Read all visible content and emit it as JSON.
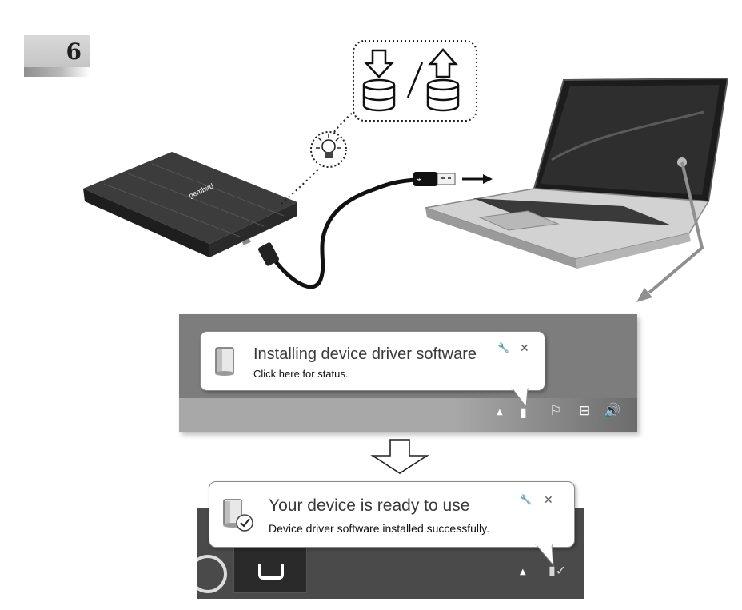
{
  "step": {
    "number": "6"
  },
  "device": {
    "brand": "gembird"
  },
  "notification_installing": {
    "title": "Installing device driver software",
    "message": "Click here for status."
  },
  "notification_ready": {
    "title": "Your device is ready to use",
    "message": "Device driver software installed successfully."
  },
  "icons": {
    "download": "download-arrow-icon",
    "upload": "upload-arrow-icon",
    "disk": "database-icon",
    "activity": "light-bulb-icon",
    "usb": "usb-icon",
    "next": "down-arrow-icon"
  },
  "colors": {
    "accent_gray": "#8a8a8a",
    "taskbar": "#a8a8a8"
  }
}
